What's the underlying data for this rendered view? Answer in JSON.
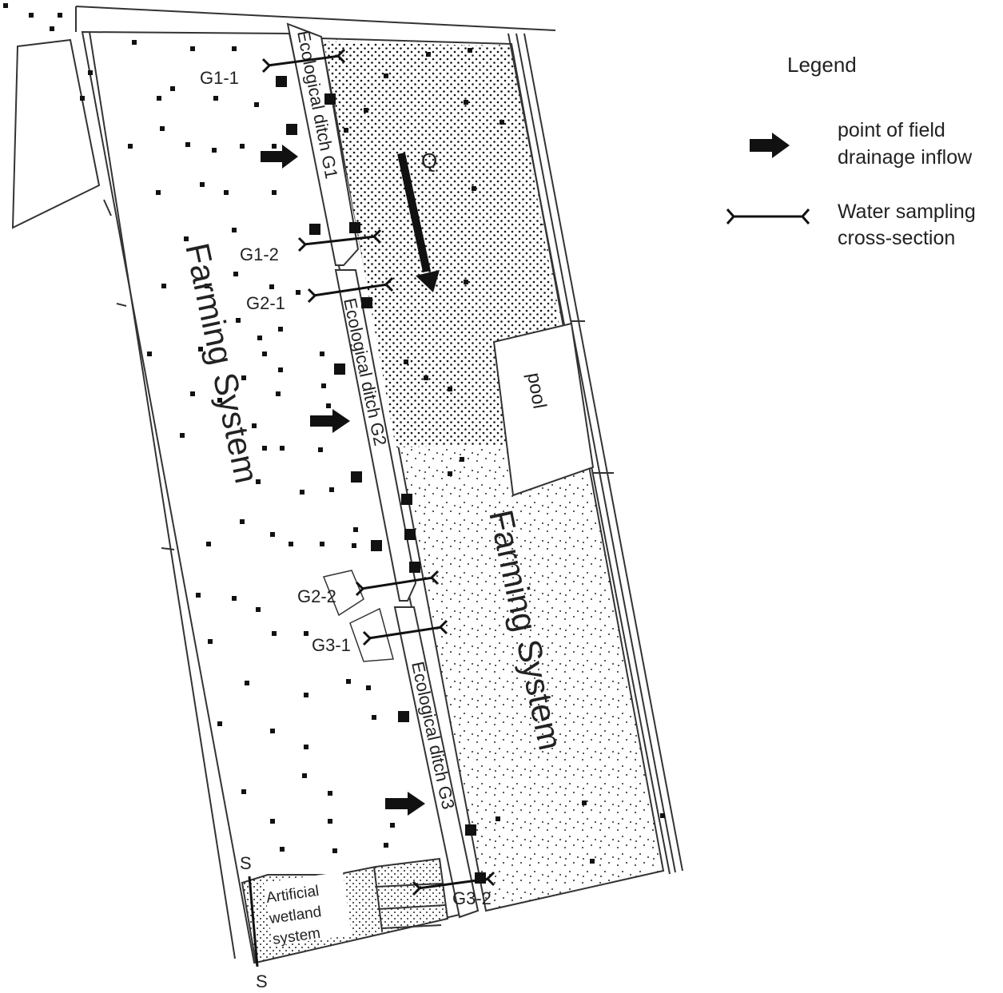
{
  "legend": {
    "title": "Legend",
    "inflow_label_line1": "point of field",
    "inflow_label_line2": "drainage inflow",
    "section_label_line1": "Water sampling",
    "section_label_line2": "cross-section"
  },
  "areas": {
    "farming_left": "Farming System",
    "farming_right": "Farming System",
    "pool": "pool",
    "wetland_line1": "Artificial",
    "wetland_line2": "wetland",
    "wetland_line3": "system"
  },
  "ditches": {
    "g1": "Ecological ditch G1",
    "g2": "Ecological ditch G2",
    "g3": "Ecological ditch G3"
  },
  "sections": {
    "g1_1": "G1-1",
    "g1_2": "G1-2",
    "g2_1": "G2-1",
    "g2_2": "G2-2",
    "g3_1": "G3-1",
    "g3_2": "G3-2"
  },
  "flow_label": "Q",
  "section_marks": {
    "top": "S",
    "bottom": "S"
  }
}
